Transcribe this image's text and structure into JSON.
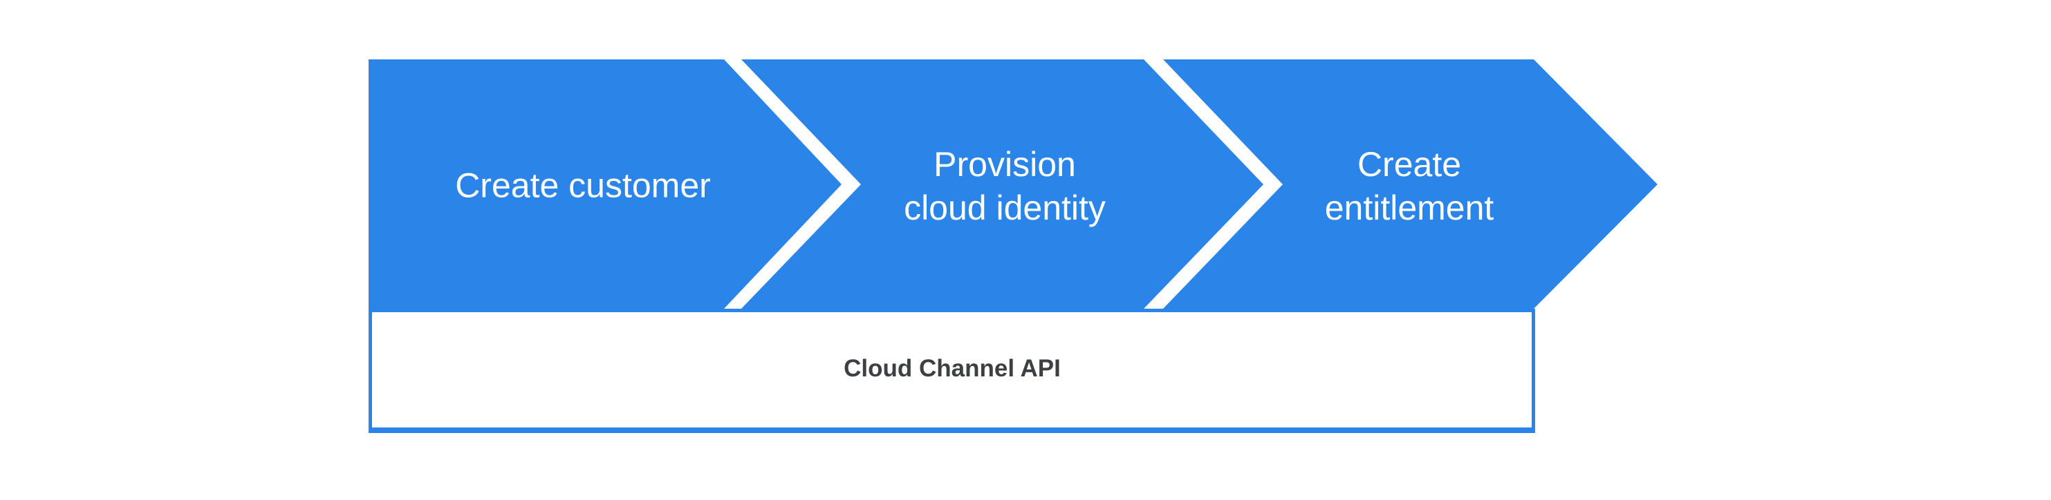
{
  "colors": {
    "blue": "#2b85e8",
    "white": "#ffffff",
    "dark_text": "#3c4043"
  },
  "flow": {
    "steps": [
      {
        "id": "create-customer",
        "lines": [
          "Create customer"
        ]
      },
      {
        "id": "provision-cloud-identity",
        "lines": [
          "Provision",
          "cloud identity"
        ]
      },
      {
        "id": "create-entitlement",
        "lines": [
          "Create",
          "entitlement"
        ]
      }
    ]
  },
  "api_box": {
    "label": "Cloud Channel API"
  }
}
